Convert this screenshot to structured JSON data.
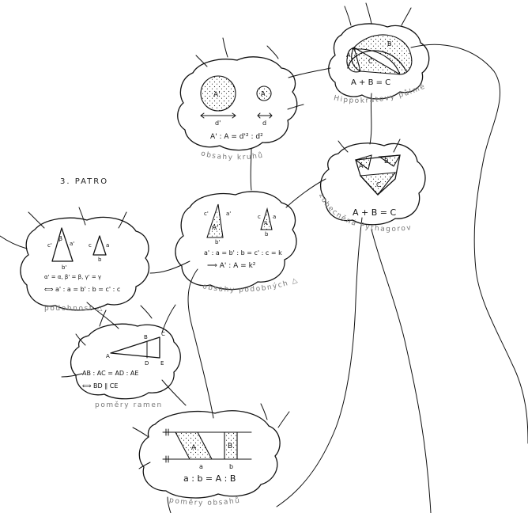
{
  "floor_label": "3. PATRO",
  "nodes": {
    "obsahy_kruhu": {
      "caption": "obsahy kruhů",
      "label_big": "A'",
      "label_small": "A",
      "dim_big": "d'",
      "dim_small": "d",
      "formula": "A' : A = d'² : d²"
    },
    "hippokratovy_pulmesice": {
      "caption": "Hippokratovy půlměsíce",
      "label_a": "A",
      "label_b": "B",
      "label_c": "C",
      "formula": "A + B = C"
    },
    "zobecnena_pythagorova_veta": {
      "caption": "zobecněná Pythagorova věta",
      "label_a": "A",
      "label_b": "B",
      "label_c": "C",
      "formula": "A + B = C"
    },
    "obsahy_podobnych": {
      "caption": "obsahy podobných △",
      "label_big": "A'",
      "label_small": "A",
      "side_c1": "c'",
      "side_a1": "a'",
      "side_b1": "b'",
      "side_c": "c",
      "side_a": "a",
      "side_b": "b",
      "formula1": "a' : a = b' : b = c' : c = k",
      "formula2": "⟹ A' : A = k²"
    },
    "podobnost": {
      "caption": "podobnost △",
      "side_c1": "c'",
      "side_a1": "a'",
      "side_b1": "b'",
      "side_c": "c",
      "side_a": "a",
      "side_b": "b",
      "formula1": "α' = α, β' = β, γ' = γ",
      "formula2": "⟺ a' : a = b' : b = c' : c"
    },
    "pomery_ramen": {
      "caption": "poměry ramen",
      "label_a": "A",
      "label_b": "B",
      "label_c": "C",
      "label_d": "D",
      "label_e": "E",
      "formula1": "AB : AC = AD : AE",
      "formula2": "⟺ BD ∥ CE"
    },
    "pomery_obsahu": {
      "caption": "poměry obsahů",
      "label_a": "A",
      "label_b": "B",
      "base_a": "a",
      "base_b": "b",
      "formula": "a : b = A : B"
    }
  }
}
